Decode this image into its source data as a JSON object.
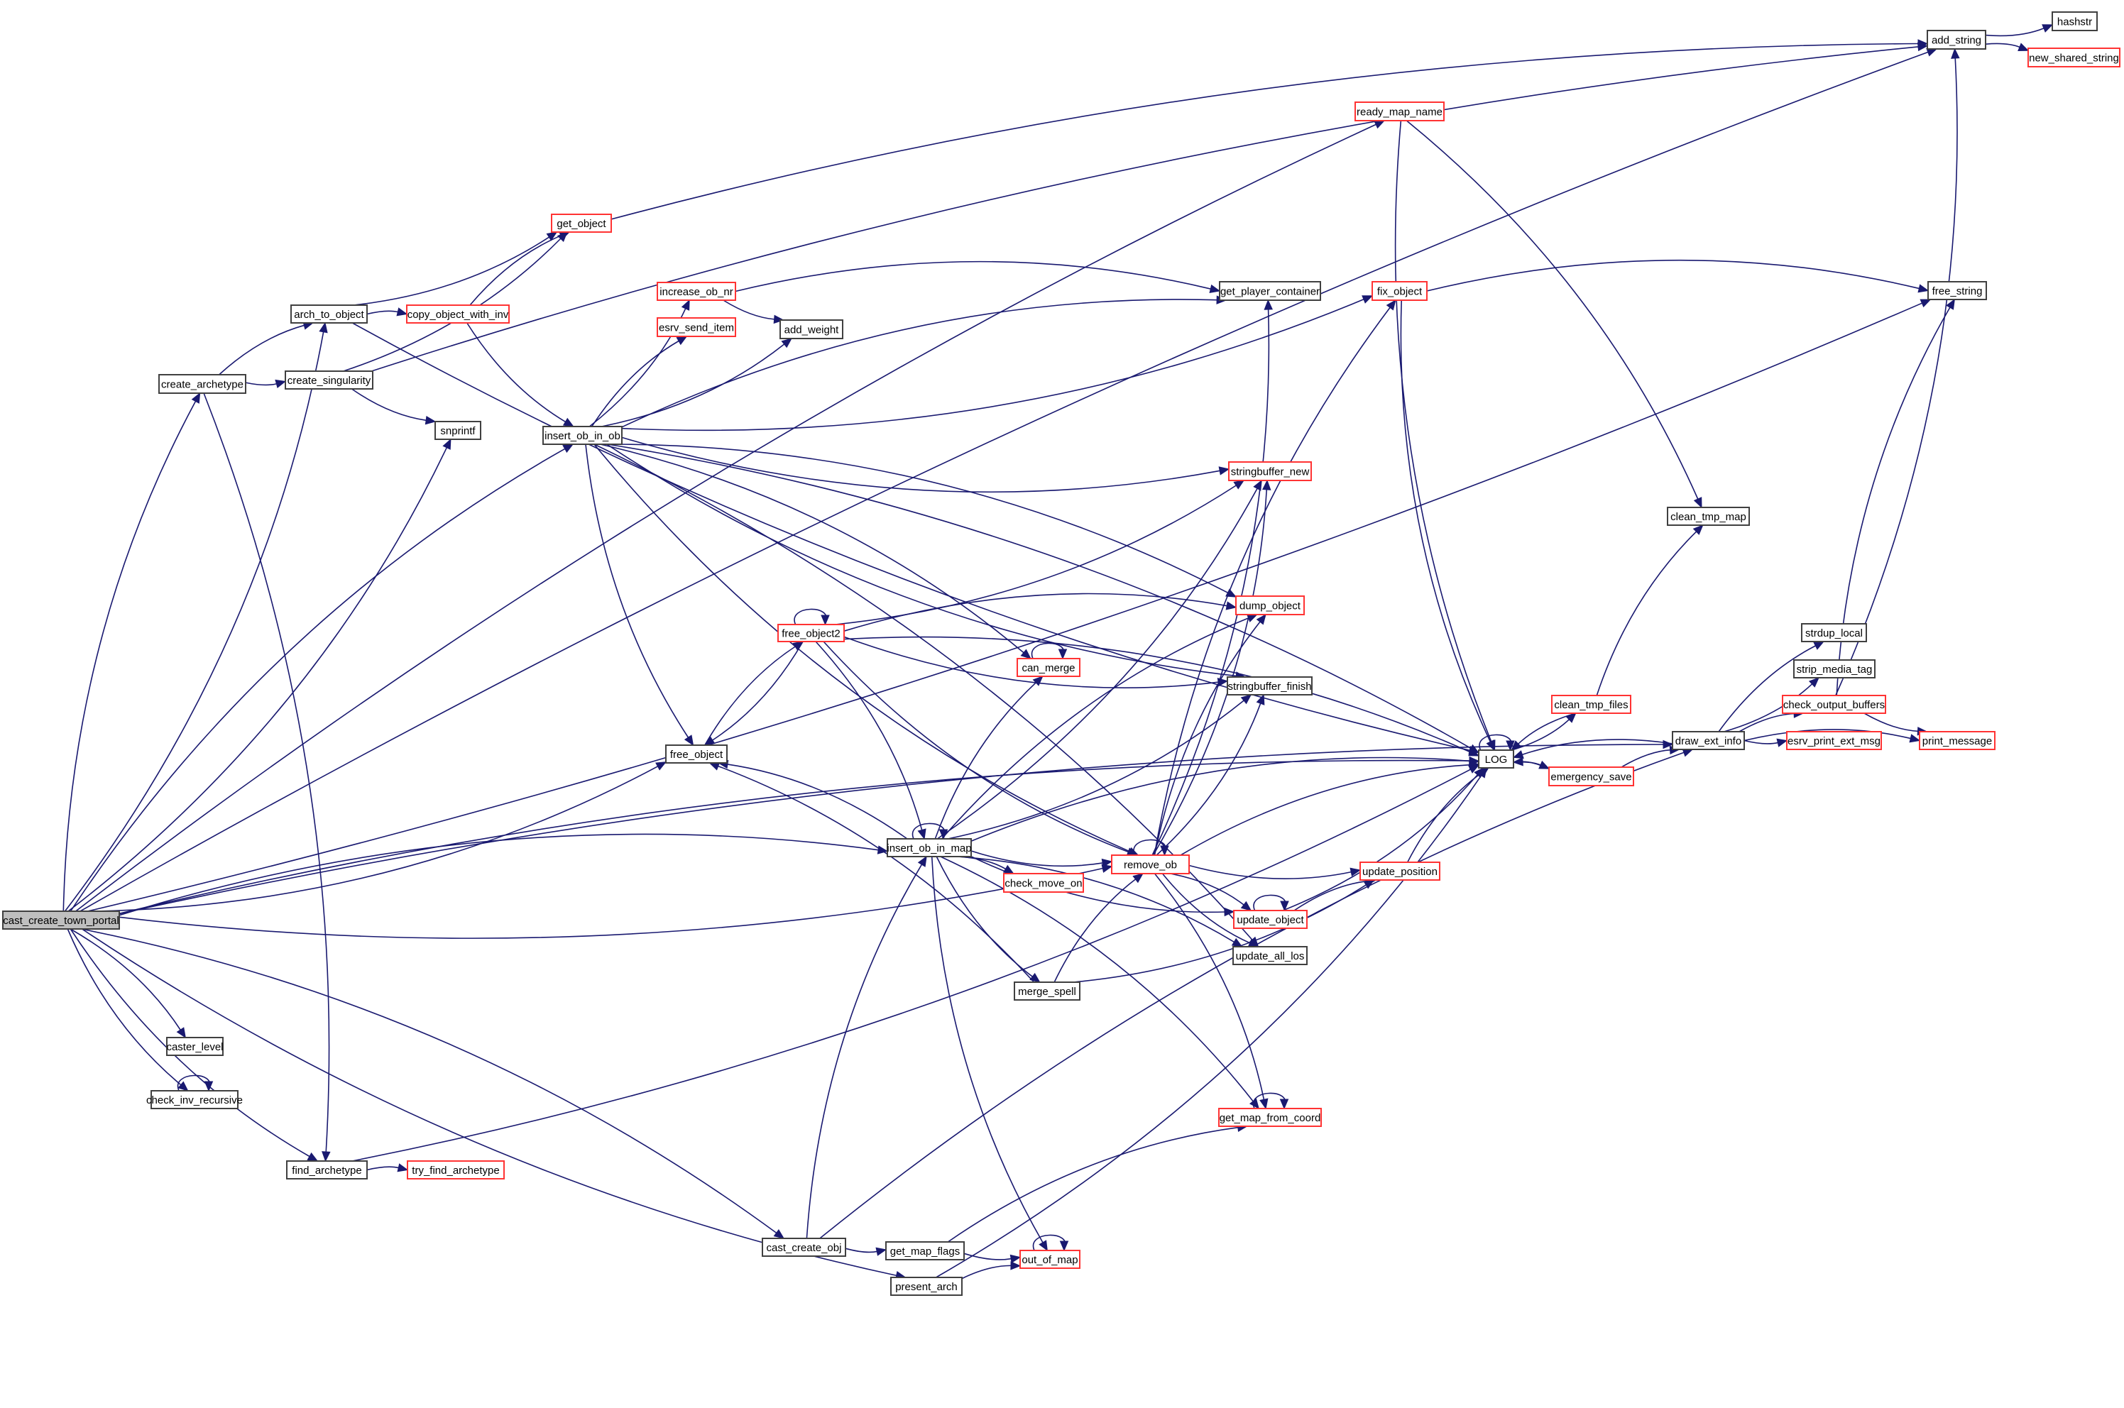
{
  "title": "cast_create_town_portal call graph",
  "colors": {
    "edge": "#191970",
    "external_border": "#ff3333",
    "internal_border": "#404040",
    "root_fill": "#bfbfbf"
  },
  "nodes": [
    {
      "id": "cast_create_town_portal",
      "label": "cast_create_town_portal",
      "kind": "root"
    },
    {
      "id": "add_string",
      "label": "add_string",
      "kind": "normal"
    },
    {
      "id": "hashstr",
      "label": "hashstr",
      "kind": "normal"
    },
    {
      "id": "new_shared_string",
      "label": "new_shared_string",
      "kind": "red"
    },
    {
      "id": "ready_map_name",
      "label": "ready_map_name",
      "kind": "red"
    },
    {
      "id": "get_object",
      "label": "get_object",
      "kind": "red"
    },
    {
      "id": "arch_to_object",
      "label": "arch_to_object",
      "kind": "normal"
    },
    {
      "id": "copy_object_with_inv",
      "label": "copy_object_with_inv",
      "kind": "red"
    },
    {
      "id": "create_archetype",
      "label": "create_archetype",
      "kind": "normal"
    },
    {
      "id": "create_singularity",
      "label": "create_singularity",
      "kind": "normal"
    },
    {
      "id": "snprintf",
      "label": "snprintf",
      "kind": "normal"
    },
    {
      "id": "insert_ob_in_ob",
      "label": "insert_ob_in_ob",
      "kind": "normal"
    },
    {
      "id": "increase_ob_nr",
      "label": "increase_ob_nr",
      "kind": "red"
    },
    {
      "id": "esrv_send_item",
      "label": "esrv_send_item",
      "kind": "red"
    },
    {
      "id": "add_weight",
      "label": "add_weight",
      "kind": "normal"
    },
    {
      "id": "get_player_container",
      "label": "get_player_container",
      "kind": "normal"
    },
    {
      "id": "fix_object",
      "label": "fix_object",
      "kind": "red"
    },
    {
      "id": "free_string",
      "label": "free_string",
      "kind": "normal"
    },
    {
      "id": "stringbuffer_new",
      "label": "stringbuffer_new",
      "kind": "red"
    },
    {
      "id": "clean_tmp_map",
      "label": "clean_tmp_map",
      "kind": "normal"
    },
    {
      "id": "dump_object",
      "label": "dump_object",
      "kind": "red"
    },
    {
      "id": "free_object2",
      "label": "free_object2",
      "kind": "red"
    },
    {
      "id": "can_merge",
      "label": "can_merge",
      "kind": "red"
    },
    {
      "id": "stringbuffer_finish",
      "label": "stringbuffer_finish",
      "kind": "normal"
    },
    {
      "id": "free_object",
      "label": "free_object",
      "kind": "normal"
    },
    {
      "id": "LOG",
      "label": "LOG",
      "kind": "normal"
    },
    {
      "id": "clean_tmp_files",
      "label": "clean_tmp_files",
      "kind": "red"
    },
    {
      "id": "emergency_save",
      "label": "emergency_save",
      "kind": "red"
    },
    {
      "id": "draw_ext_info",
      "label": "draw_ext_info",
      "kind": "normal"
    },
    {
      "id": "strdup_local",
      "label": "strdup_local",
      "kind": "normal"
    },
    {
      "id": "strip_media_tag",
      "label": "strip_media_tag",
      "kind": "normal"
    },
    {
      "id": "check_output_buffers",
      "label": "check_output_buffers",
      "kind": "red"
    },
    {
      "id": "esrv_print_ext_msg",
      "label": "esrv_print_ext_msg",
      "kind": "red"
    },
    {
      "id": "print_message",
      "label": "print_message",
      "kind": "red"
    },
    {
      "id": "insert_ob_in_map",
      "label": "insert_ob_in_map",
      "kind": "normal"
    },
    {
      "id": "remove_ob",
      "label": "remove_ob",
      "kind": "red"
    },
    {
      "id": "check_move_on",
      "label": "check_move_on",
      "kind": "red"
    },
    {
      "id": "update_position",
      "label": "update_position",
      "kind": "red"
    },
    {
      "id": "update_object",
      "label": "update_object",
      "kind": "red"
    },
    {
      "id": "update_all_los",
      "label": "update_all_los",
      "kind": "normal"
    },
    {
      "id": "merge_spell",
      "label": "merge_spell",
      "kind": "normal"
    },
    {
      "id": "caster_level",
      "label": "caster_level",
      "kind": "normal"
    },
    {
      "id": "check_inv_recursive",
      "label": "check_inv_recursive",
      "kind": "normal"
    },
    {
      "id": "get_map_from_coord",
      "label": "get_map_from_coord",
      "kind": "red"
    },
    {
      "id": "find_archetype",
      "label": "find_archetype",
      "kind": "normal"
    },
    {
      "id": "try_find_archetype",
      "label": "try_find_archetype",
      "kind": "red"
    },
    {
      "id": "cast_create_obj",
      "label": "cast_create_obj",
      "kind": "normal"
    },
    {
      "id": "get_map_flags",
      "label": "get_map_flags",
      "kind": "normal"
    },
    {
      "id": "out_of_map",
      "label": "out_of_map",
      "kind": "red"
    },
    {
      "id": "present_arch",
      "label": "present_arch",
      "kind": "normal"
    }
  ],
  "edges": [
    [
      "cast_create_town_portal",
      "add_string"
    ],
    [
      "cast_create_town_portal",
      "free_string"
    ],
    [
      "cast_create_town_portal",
      "ready_map_name"
    ],
    [
      "cast_create_town_portal",
      "arch_to_object"
    ],
    [
      "cast_create_town_portal",
      "create_archetype"
    ],
    [
      "cast_create_town_portal",
      "snprintf"
    ],
    [
      "cast_create_town_portal",
      "insert_ob_in_ob"
    ],
    [
      "cast_create_town_portal",
      "free_object"
    ],
    [
      "cast_create_town_portal",
      "insert_ob_in_map"
    ],
    [
      "cast_create_town_portal",
      "remove_ob"
    ],
    [
      "cast_create_town_portal",
      "caster_level"
    ],
    [
      "cast_create_town_portal",
      "check_inv_recursive"
    ],
    [
      "cast_create_town_portal",
      "LOG"
    ],
    [
      "cast_create_town_portal",
      "find_archetype"
    ],
    [
      "cast_create_town_portal",
      "cast_create_obj"
    ],
    [
      "cast_create_town_portal",
      "present_arch"
    ],
    [
      "cast_create_town_portal",
      "draw_ext_info"
    ],
    [
      "add_string",
      "hashstr"
    ],
    [
      "add_string",
      "new_shared_string"
    ],
    [
      "ready_map_name",
      "LOG"
    ],
    [
      "ready_map_name",
      "clean_tmp_map"
    ],
    [
      "arch_to_object",
      "get_object"
    ],
    [
      "arch_to_object",
      "copy_object_with_inv"
    ],
    [
      "arch_to_object",
      "LOG"
    ],
    [
      "copy_object_with_inv",
      "get_object"
    ],
    [
      "copy_object_with_inv",
      "insert_ob_in_ob"
    ],
    [
      "create_archetype",
      "arch_to_object"
    ],
    [
      "create_archetype",
      "create_singularity"
    ],
    [
      "create_archetype",
      "find_archetype"
    ],
    [
      "create_singularity",
      "get_object"
    ],
    [
      "create_singularity",
      "add_string"
    ],
    [
      "create_singularity",
      "snprintf"
    ],
    [
      "get_object",
      "add_string"
    ],
    [
      "insert_ob_in_ob",
      "increase_ob_nr"
    ],
    [
      "insert_ob_in_ob",
      "esrv_send_item"
    ],
    [
      "insert_ob_in_ob",
      "add_weight"
    ],
    [
      "insert_ob_in_ob",
      "get_player_container"
    ],
    [
      "insert_ob_in_ob",
      "fix_object"
    ],
    [
      "insert_ob_in_ob",
      "LOG"
    ],
    [
      "insert_ob_in_ob",
      "stringbuffer_new"
    ],
    [
      "insert_ob_in_ob",
      "dump_object"
    ],
    [
      "insert_ob_in_ob",
      "stringbuffer_finish"
    ],
    [
      "insert_ob_in_ob",
      "can_merge"
    ],
    [
      "insert_ob_in_ob",
      "free_object"
    ],
    [
      "insert_ob_in_ob",
      "update_all_los"
    ],
    [
      "insert_ob_in_ob",
      "remove_ob"
    ],
    [
      "increase_ob_nr",
      "get_player_container"
    ],
    [
      "increase_ob_nr",
      "add_weight"
    ],
    [
      "fix_object",
      "free_string"
    ],
    [
      "fix_object",
      "LOG"
    ],
    [
      "free_object",
      "free_object2"
    ],
    [
      "free_object2",
      "free_object2"
    ],
    [
      "free_object2",
      "free_object"
    ],
    [
      "free_object2",
      "stringbuffer_new"
    ],
    [
      "free_object2",
      "dump_object"
    ],
    [
      "free_object2",
      "stringbuffer_finish"
    ],
    [
      "free_object2",
      "LOG"
    ],
    [
      "free_object2",
      "remove_ob"
    ],
    [
      "free_object2",
      "insert_ob_in_map"
    ],
    [
      "can_merge",
      "can_merge"
    ],
    [
      "LOG",
      "LOG"
    ],
    [
      "LOG",
      "clean_tmp_files"
    ],
    [
      "LOG",
      "emergency_save"
    ],
    [
      "clean_tmp_files",
      "LOG"
    ],
    [
      "clean_tmp_files",
      "clean_tmp_map"
    ],
    [
      "emergency_save",
      "LOG"
    ],
    [
      "emergency_save",
      "draw_ext_info"
    ],
    [
      "draw_ext_info",
      "LOG"
    ],
    [
      "draw_ext_info",
      "strdup_local"
    ],
    [
      "draw_ext_info",
      "strip_media_tag"
    ],
    [
      "draw_ext_info",
      "check_output_buffers"
    ],
    [
      "draw_ext_info",
      "esrv_print_ext_msg"
    ],
    [
      "draw_ext_info",
      "print_message"
    ],
    [
      "check_output_buffers",
      "add_string"
    ],
    [
      "check_output_buffers",
      "free_string"
    ],
    [
      "check_output_buffers",
      "print_message"
    ],
    [
      "insert_ob_in_map",
      "insert_ob_in_map"
    ],
    [
      "insert_ob_in_map",
      "free_object"
    ],
    [
      "insert_ob_in_map",
      "can_merge"
    ],
    [
      "insert_ob_in_map",
      "stringbuffer_new"
    ],
    [
      "insert_ob_in_map",
      "dump_object"
    ],
    [
      "insert_ob_in_map",
      "stringbuffer_finish"
    ],
    [
      "insert_ob_in_map",
      "LOG"
    ],
    [
      "insert_ob_in_map",
      "remove_ob"
    ],
    [
      "insert_ob_in_map",
      "check_move_on"
    ],
    [
      "insert_ob_in_map",
      "update_object"
    ],
    [
      "insert_ob_in_map",
      "update_all_los"
    ],
    [
      "insert_ob_in_map",
      "merge_spell"
    ],
    [
      "insert_ob_in_map",
      "get_map_from_coord"
    ],
    [
      "insert_ob_in_map",
      "out_of_map"
    ],
    [
      "remove_ob",
      "remove_ob"
    ],
    [
      "remove_ob",
      "get_player_container"
    ],
    [
      "remove_ob",
      "fix_object"
    ],
    [
      "remove_ob",
      "stringbuffer_new"
    ],
    [
      "remove_ob",
      "dump_object"
    ],
    [
      "remove_ob",
      "stringbuffer_finish"
    ],
    [
      "remove_ob",
      "LOG"
    ],
    [
      "remove_ob",
      "update_position"
    ],
    [
      "remove_ob",
      "update_object"
    ],
    [
      "remove_ob",
      "update_all_los"
    ],
    [
      "remove_ob",
      "get_map_from_coord"
    ],
    [
      "update_object",
      "update_object"
    ],
    [
      "update_object",
      "update_position"
    ],
    [
      "update_object",
      "LOG"
    ],
    [
      "update_position",
      "LOG"
    ],
    [
      "merge_spell",
      "free_object"
    ],
    [
      "merge_spell",
      "remove_ob"
    ],
    [
      "merge_spell",
      "update_position"
    ],
    [
      "check_inv_recursive",
      "check_inv_recursive"
    ],
    [
      "get_map_from_coord",
      "get_map_from_coord"
    ],
    [
      "find_archetype",
      "try_find_archetype"
    ],
    [
      "find_archetype",
      "LOG"
    ],
    [
      "cast_create_obj",
      "insert_ob_in_map"
    ],
    [
      "cast_create_obj",
      "get_map_flags"
    ],
    [
      "cast_create_obj",
      "draw_ext_info"
    ],
    [
      "get_map_flags",
      "out_of_map"
    ],
    [
      "get_map_flags",
      "get_map_from_coord"
    ],
    [
      "out_of_map",
      "out_of_map"
    ],
    [
      "present_arch",
      "out_of_map"
    ],
    [
      "present_arch",
      "LOG"
    ]
  ]
}
